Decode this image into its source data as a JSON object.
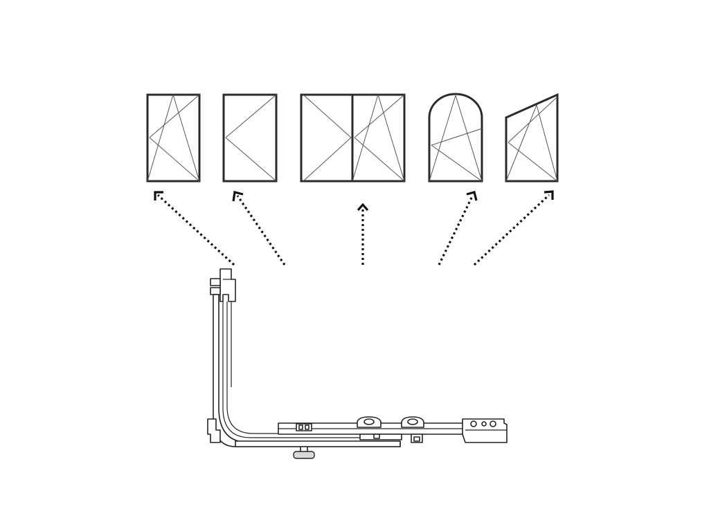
{
  "diagram": {
    "colors": {
      "line": "#2a2a2a",
      "arrow": "#111111",
      "background": "#ffffff"
    },
    "window_types": [
      {
        "id": "tilt-turn",
        "icon": "tilt-turn-window-icon"
      },
      {
        "id": "side-hung",
        "icon": "side-hung-window-icon"
      },
      {
        "id": "double-sash",
        "icon": "double-sash-window-icon"
      },
      {
        "id": "arched",
        "icon": "arched-window-icon"
      },
      {
        "id": "trapezoid",
        "icon": "trapezoid-window-icon"
      }
    ],
    "hardware": {
      "icon": "corner-stay-hardware-icon"
    },
    "arrows": {
      "count": 5,
      "style": "dotted"
    }
  }
}
